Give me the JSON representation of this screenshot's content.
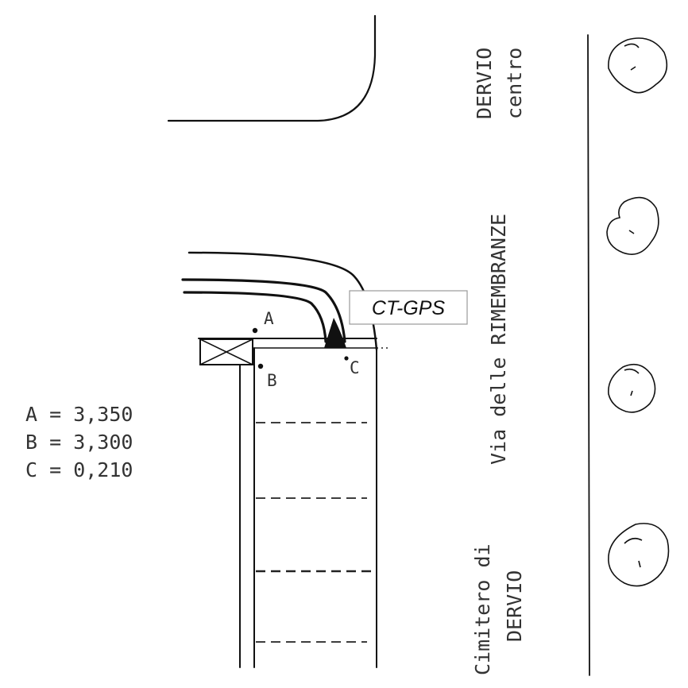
{
  "labels": {
    "device": "CT-GPS",
    "point_a": "A",
    "point_b": "B",
    "point_c": "C",
    "place_top": "DERVIO",
    "place_top_sub": "centro",
    "street": "Via delle RIMEMBRANZE",
    "place_bottom": "Cimitero di",
    "place_bottom_sub": "DERVIO"
  },
  "measurements": [
    {
      "name": "A",
      "value": "3,350",
      "text": "A = 3,350"
    },
    {
      "name": "B",
      "value": "3,300",
      "text": "B = 3,300"
    },
    {
      "name": "C",
      "value": "0,210",
      "text": "C = 0,210"
    }
  ],
  "colors": {
    "ink": "#111111",
    "paper": "#ffffff",
    "label_border": "#999999"
  }
}
